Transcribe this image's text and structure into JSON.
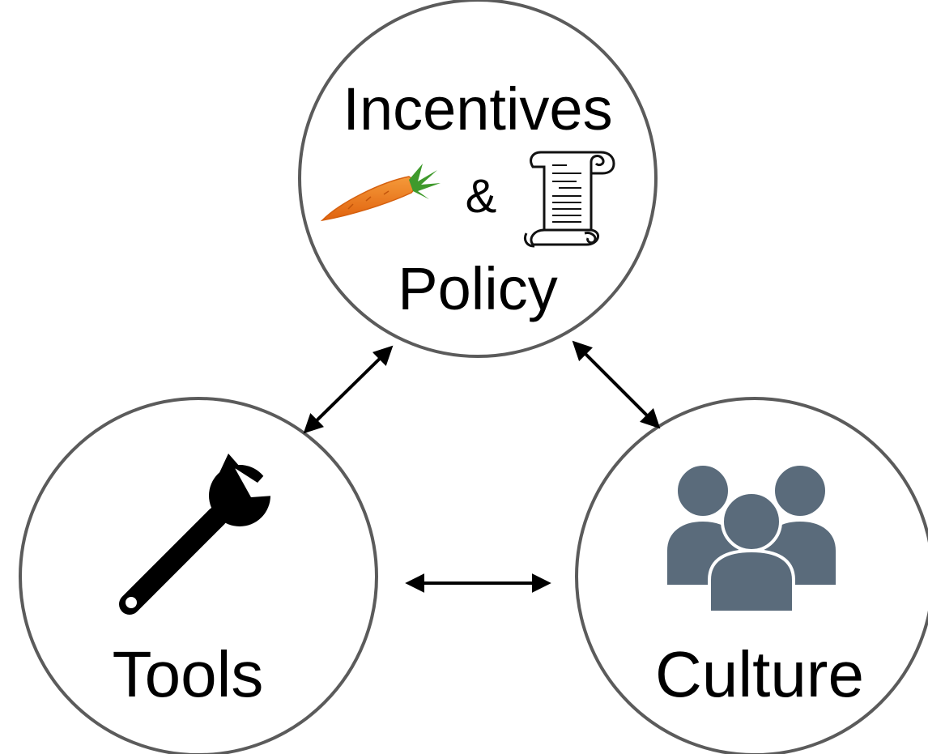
{
  "nodes": {
    "incentives_policy": {
      "line1": "Incentives",
      "connector": "&",
      "line2": "Policy",
      "icons": [
        "carrot-icon",
        "scroll-icon"
      ]
    },
    "tools": {
      "label": "Tools",
      "icon": "wrench-icon"
    },
    "culture": {
      "label": "Culture",
      "icon": "people-group-icon"
    }
  },
  "edges": [
    {
      "from": "incentives_policy",
      "to": "tools",
      "direction": "bidirectional"
    },
    {
      "from": "incentives_policy",
      "to": "culture",
      "direction": "bidirectional"
    },
    {
      "from": "tools",
      "to": "culture",
      "direction": "bidirectional"
    }
  ],
  "colors": {
    "circle_stroke": "#5b5b5b",
    "text": "#000000",
    "carrot_body": "#f07a1a",
    "carrot_leaves": "#3f9a2c",
    "people_icon": "#5a6b7b",
    "wrench": "#000000",
    "arrow": "#000000"
  }
}
